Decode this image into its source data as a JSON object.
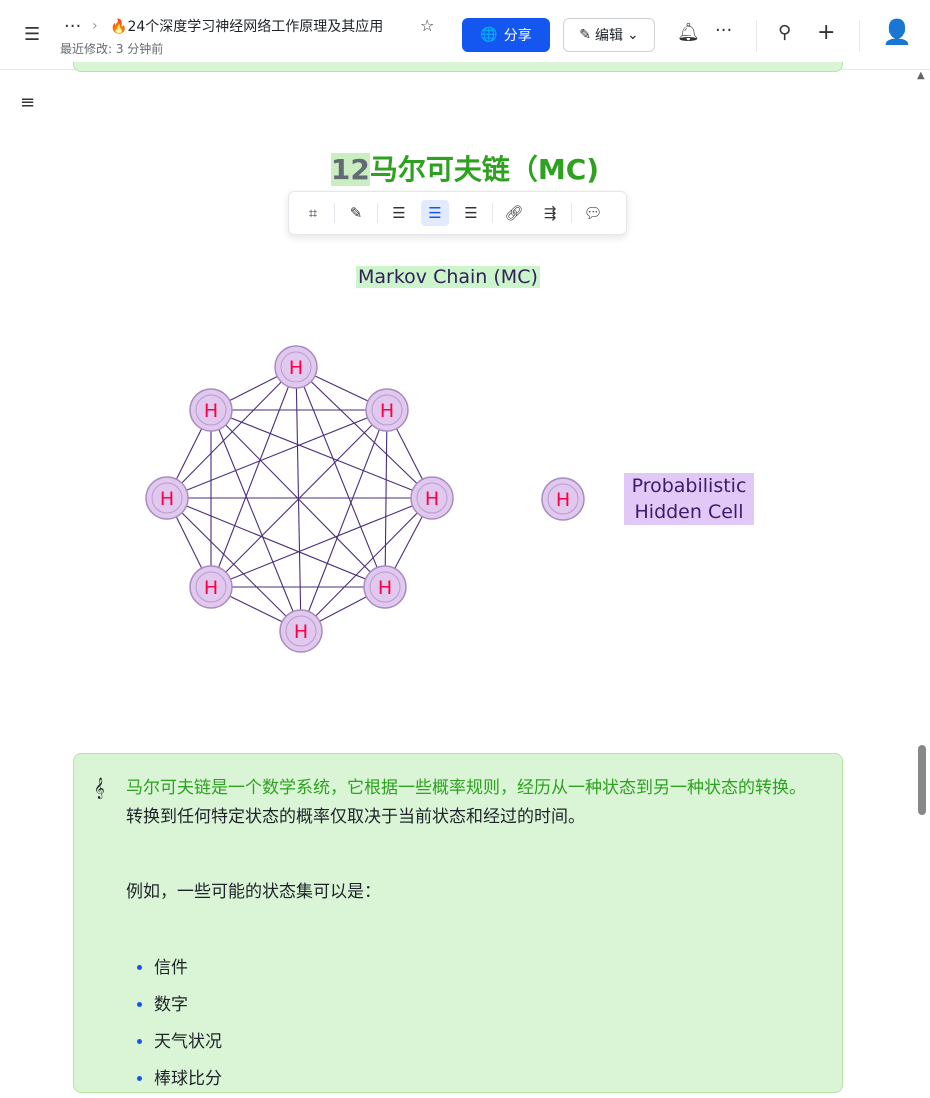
{
  "header": {
    "title": "24个深度学习神经网络工作原理及其应用",
    "last_modified": "最近修改: 3 分钟前",
    "share_label": "分享",
    "edit_label": "编辑"
  },
  "heading": {
    "number": "12",
    "text": "马尔可夫链（MC)"
  },
  "image_toolbar": {
    "items": [
      "crop",
      "edit-image",
      "align-left",
      "align-center",
      "align-right",
      "link",
      "wrap",
      "comment"
    ],
    "active": "align-center"
  },
  "figure": {
    "caption": "Markov Chain (MC)",
    "node_label": "H",
    "legend": "Probabilistic Hidden Cell",
    "node_color": "#e0c8ee",
    "label_color": "#ff0044"
  },
  "callout": {
    "icon": "music-note",
    "text_green": "马尔可夫链是一个数学系统，它根据一些概率规则，经历从一种状态到另一种状态的转换。",
    "text_rest": "转换到任何特定状态的概率仅取决于当前状态和经过的时间。",
    "example": "例如，一些可能的状态集可以是：",
    "items": [
      "信件",
      "数字",
      "天气状况",
      "棒球比分"
    ]
  }
}
